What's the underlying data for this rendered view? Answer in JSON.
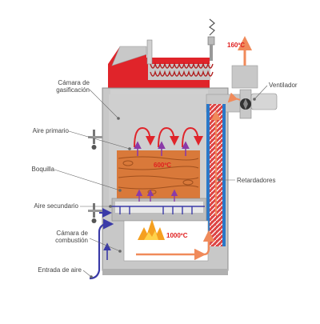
{
  "labels": {
    "camara_gasificacion": [
      "Cámara de",
      "gasificación"
    ],
    "aire_primario": "Aire primario",
    "boquilla": "Boquilla",
    "aire_secundario": "Aire secundario",
    "camara_combustion": [
      "Cámara de",
      "combustión"
    ],
    "entrada_aire": "Entrada de aire",
    "ventilador": "Ventilador",
    "retardadores": "Retardadores"
  },
  "temperatures": {
    "exhaust": "160ºC",
    "gasification": "600ºC",
    "combustion": "1000ºC"
  },
  "colors": {
    "casing": "#c8c8c8",
    "casing_dark": "#8c8c8c",
    "hot_red": "#e0242a",
    "flow_orange": "#f08a5a",
    "wood": "#d9793a",
    "air_blue": "#3a3aa8",
    "water_blue": "#2a78c8",
    "label_text": "#444444"
  },
  "icons": [
    "fan-icon",
    "flame-icon",
    "pressure-valve-icon",
    "thermometer-icon"
  ]
}
